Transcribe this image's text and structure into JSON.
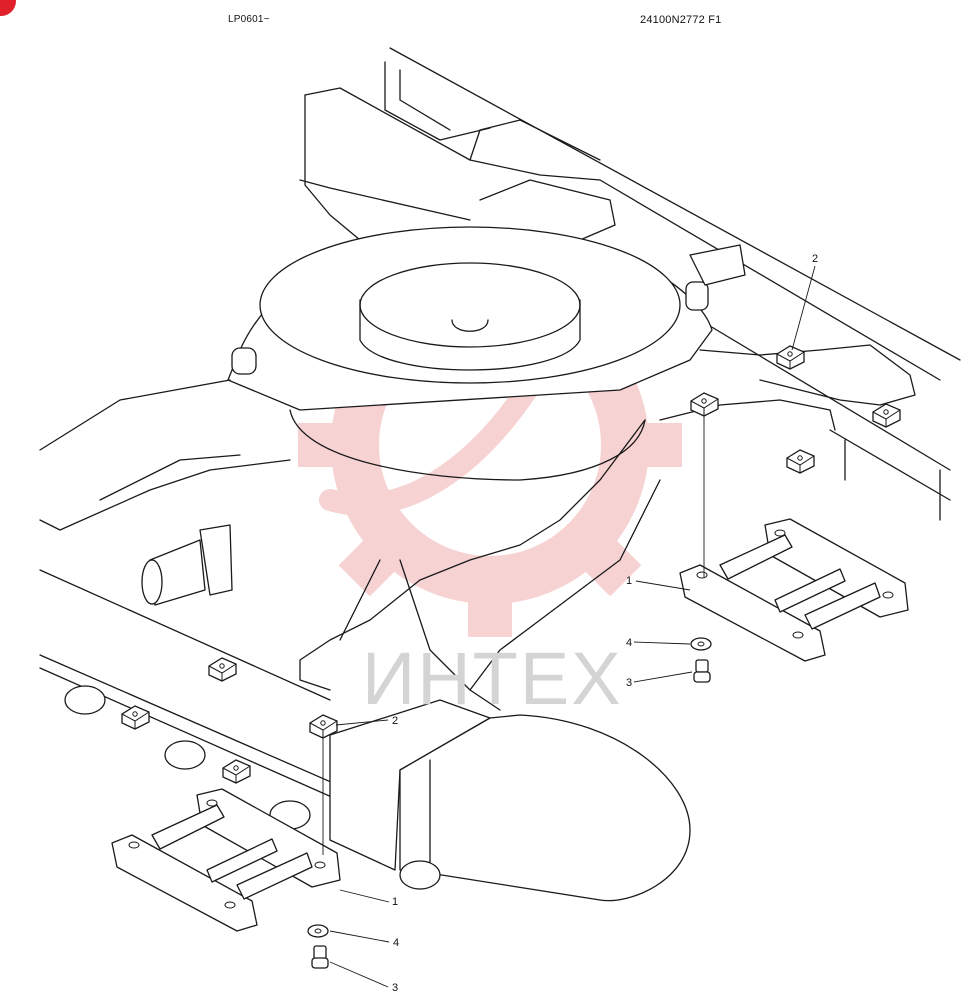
{
  "header": {
    "serial_range": "LP0601~",
    "drawing_code": "24100N2772 F1"
  },
  "watermark": {
    "text": "ИНТЕХ",
    "gear_color": "#f5c3c3"
  },
  "callouts": [
    {
      "id": "c1a",
      "label": "1"
    },
    {
      "id": "c2a",
      "label": "2"
    },
    {
      "id": "c2b",
      "label": "2"
    },
    {
      "id": "c4a",
      "label": "4"
    },
    {
      "id": "c3a",
      "label": "3"
    },
    {
      "id": "c1b",
      "label": "1"
    },
    {
      "id": "c4b",
      "label": "4"
    },
    {
      "id": "c3b",
      "label": "3"
    }
  ],
  "colors": {
    "line": "#1a1a1a",
    "corner_mark": "#e0202a"
  }
}
